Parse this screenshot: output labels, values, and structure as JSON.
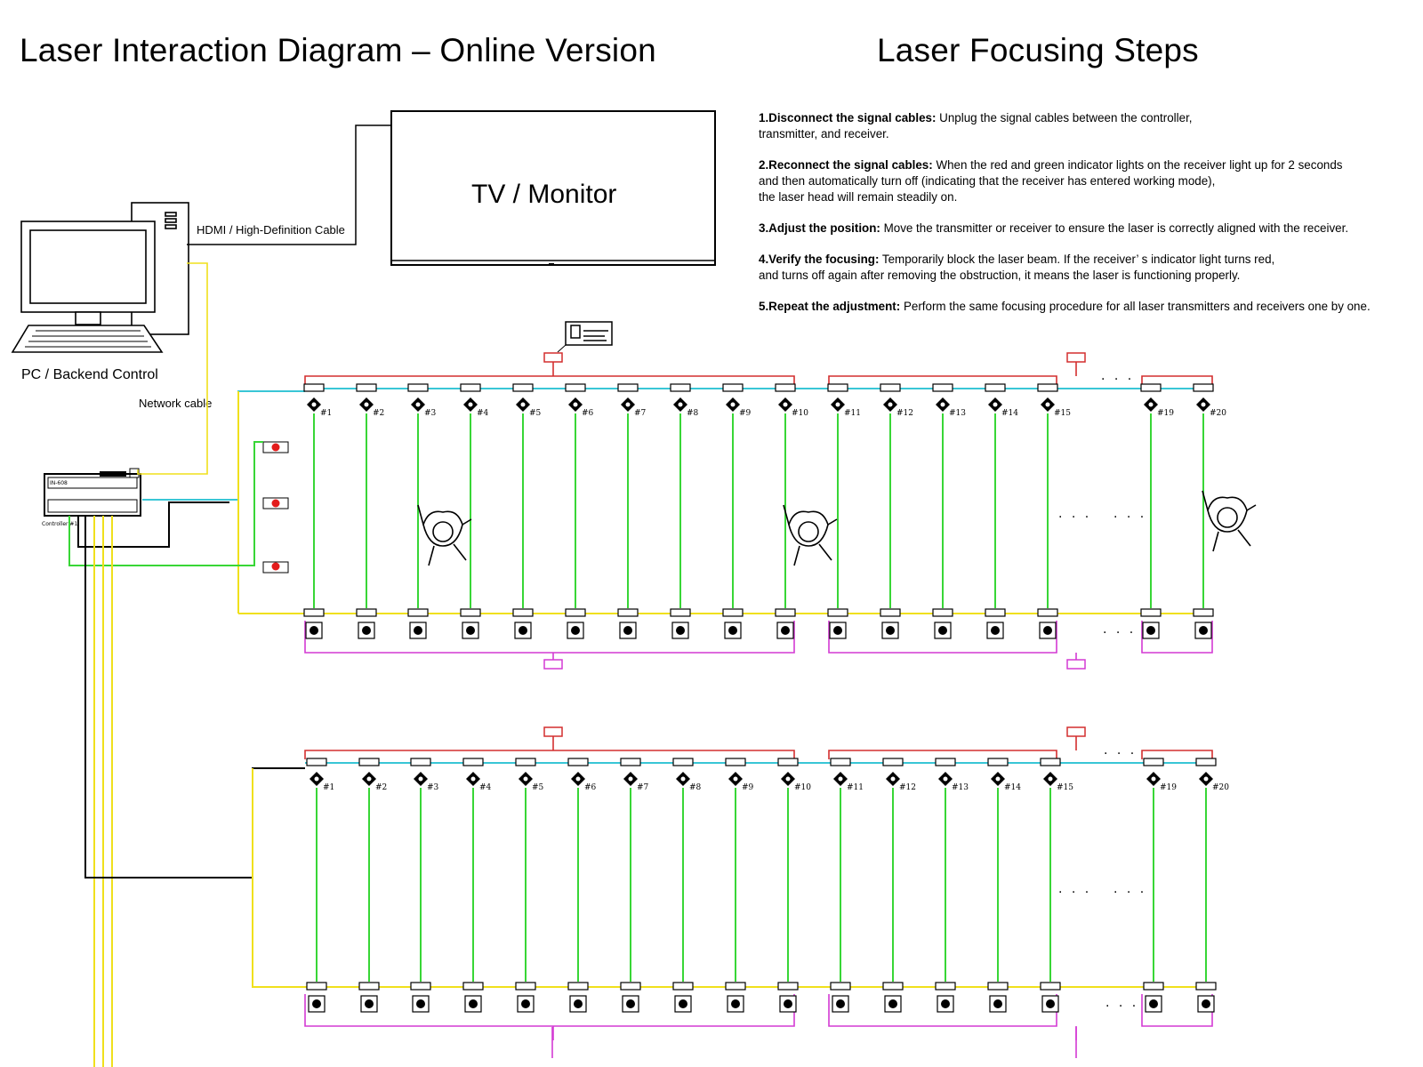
{
  "titles": {
    "left": "Laser Interaction Diagram  –  Online Version",
    "right": "Laser Focusing Steps"
  },
  "steps": [
    {
      "head": "1.Disconnect the signal cables:",
      "lines": [
        "Unplug the signal cables between the controller,",
        "transmitter, and receiver."
      ]
    },
    {
      "head": "2.Reconnect the signal cables:",
      "lines": [
        "When the red and green indicator lights on the receiver light up for 2 seconds",
        "and then automatically turn off (indicating that the receiver has entered working mode),",
        "the laser head will remain steadily on."
      ]
    },
    {
      "head": "3.Adjust the position:",
      "lines": [
        "Move the transmitter or receiver to ensure the laser is correctly aligned with the receiver."
      ]
    },
    {
      "head": "4.Verify the focusing:",
      "lines": [
        "Temporarily block the laser beam. If the receiver’ s indicator light turns red,",
        "and turns off again after removing the obstruction, it means the laser is functioning properly."
      ]
    },
    {
      "head": "5.Repeat the adjustment:",
      "lines": [
        "Perform the same focusing procedure for all laser transmitters and receivers one by one."
      ]
    }
  ],
  "labels": {
    "hdmi": "HDMI / High-Definition Cable",
    "pc": "PC / Backend Control",
    "network": "Network cable",
    "tv": "TV / Monitor",
    "controller_model": "IN-608",
    "controller_caption": "Controller #1",
    "ellipsis": "· · ·"
  },
  "laser_units": [
    "#1",
    "#2",
    "#3",
    "#4",
    "#5",
    "#6",
    "#7",
    "#8",
    "#9",
    "#10",
    "#11",
    "#12",
    "#13",
    "#14",
    "#15",
    "#19",
    "#20"
  ],
  "colors": {
    "power": "#d32f2f",
    "signal": "#39c6d6",
    "beam": "#38d636",
    "network": "#f0e01c",
    "receiver_power": "#d43ad4",
    "cable": "#000000"
  }
}
